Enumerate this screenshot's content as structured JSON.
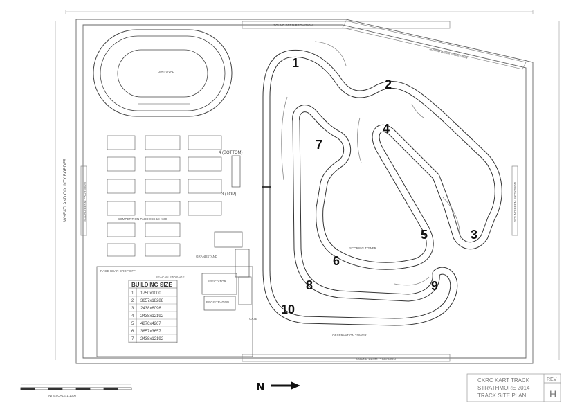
{
  "title_block": {
    "line1": "CKRC KART TRACK",
    "line2": "STRATHMORE 2014",
    "line3": "TRACK SITE PLAN",
    "rev_label": "REV",
    "rev_value": "H"
  },
  "north_label": "N",
  "corners": [
    "1",
    "2",
    "3",
    "4",
    "5",
    "6",
    "7",
    "8",
    "9",
    "10"
  ],
  "building_table": {
    "header": "BUILDING SIZE",
    "rows": [
      {
        "num": "1",
        "size": "1750x1000"
      },
      {
        "num": "2",
        "size": "3657x18288"
      },
      {
        "num": "3",
        "size": "2438x6096"
      },
      {
        "num": "4",
        "size": "2438x12192"
      },
      {
        "num": "5",
        "size": "4876x4267"
      },
      {
        "num": "6",
        "size": "3657x3657"
      },
      {
        "num": "7",
        "size": "2438x12192"
      }
    ]
  },
  "annotations": {
    "sound_berm_top": "SOUND BERM PROVISION",
    "sound_berm_top_right": "SOUND BERM PROVISION",
    "sound_berm_bottom": "SOUND BERM PROVISION",
    "sound_berm_left": "SOUND BERM PROVISION",
    "sound_berm_right": "SOUND BERM PROVISION",
    "county_border": "WHEATLAND COUNTY BORDER",
    "dirt_oval": "DIRT OVAL",
    "paddock": "COMPETITION PADDOCK 18 X 30",
    "bottom_label": "4\n(BOTTOM)",
    "top_label": "3\n(TOP)",
    "race_gear": "RACE GEAR DROP OFF",
    "seacan": "SEACAN STORAGE",
    "registration": "REGISTRATION",
    "spectator": "SPECTATOR",
    "scoring_tower": "SCORING TOWER",
    "observation": "OBSERVATION TOWER",
    "gate": "GATE",
    "grandstand": "GRANDSTAND",
    "scale": "NTS SCALE 1:1000"
  }
}
